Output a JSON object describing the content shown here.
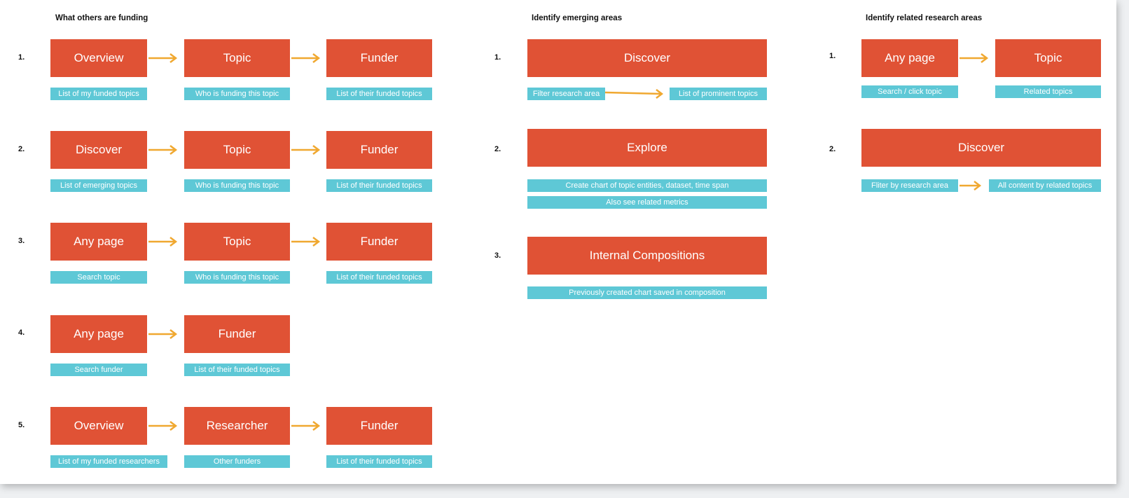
{
  "columns": [
    {
      "heading": "What others are funding",
      "flows": [
        {
          "num": "1.",
          "boxes": [
            "Overview",
            "Topic",
            "Funder"
          ],
          "tags": [
            "List of my funded topics",
            "Who is funding this topic",
            "List of their funded topics"
          ]
        },
        {
          "num": "2.",
          "boxes": [
            "Discover",
            "Topic",
            "Funder"
          ],
          "tags": [
            "List of emerging topics",
            "Who is funding this topic",
            "List of their funded topics"
          ]
        },
        {
          "num": "3.",
          "boxes": [
            "Any page",
            "Topic",
            "Funder"
          ],
          "tags": [
            "Search topic",
            "Who is funding this topic",
            "List of their funded topics"
          ]
        },
        {
          "num": "4.",
          "boxes": [
            "Any page",
            "Funder"
          ],
          "tags": [
            "Search funder",
            "List of their funded topics"
          ]
        },
        {
          "num": "5.",
          "boxes": [
            "Overview",
            "Researcher",
            "Funder"
          ],
          "tags": [
            "List of my funded researchers",
            "Other funders",
            "List of their funded topics"
          ]
        }
      ]
    },
    {
      "heading": "Identify emerging areas",
      "flows": [
        {
          "num": "1.",
          "boxes": [
            "Discover"
          ],
          "tags": [
            "Filter research area",
            "List of prominent topics"
          ]
        },
        {
          "num": "2.",
          "boxes": [
            "Explore"
          ],
          "tags": [
            "Create chart of topic entities, dataset, time span",
            "Also see related metrics"
          ]
        },
        {
          "num": "3.",
          "boxes": [
            "Internal Compositions"
          ],
          "tags": [
            "Previously created chart saved in composition"
          ]
        }
      ]
    },
    {
      "heading": "Identify related research areas",
      "flows": [
        {
          "num": "1.",
          "boxes": [
            "Any page",
            "Topic"
          ],
          "tags": [
            "Search / click topic",
            "Related topics"
          ]
        },
        {
          "num": "2.",
          "boxes": [
            "Discover"
          ],
          "tags": [
            "Fliter by research area",
            "All content by related topics"
          ]
        }
      ]
    }
  ],
  "colors": {
    "box": "#e05235",
    "tag": "#5ec8d6",
    "arrow": "#f0a830"
  }
}
